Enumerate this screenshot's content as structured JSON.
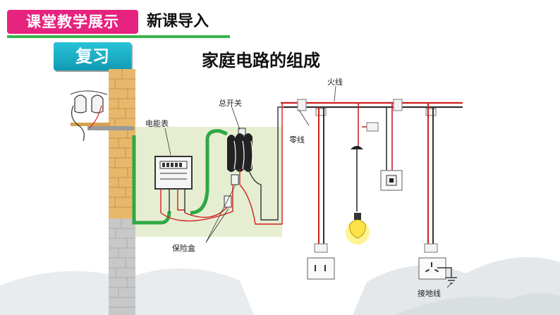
{
  "header": {
    "section_tag": "课堂教学展示",
    "section_title": "新课导入"
  },
  "review_badge": "复习",
  "slide_title": "家庭电路的组成",
  "diagram": {
    "labels": {
      "fire_wire": "火线",
      "main_switch": "总开关",
      "meter": "电能表",
      "neutral_wire": "零线",
      "fuse_box": "保险盒",
      "ground_wire": "接地线"
    },
    "colors": {
      "live": "#d11f1f",
      "neutral": "#3b3b3b",
      "ground": "#2ea844",
      "wall": "#e7b86b",
      "panel": "#e6eed2",
      "accent": "#e6237e"
    }
  }
}
